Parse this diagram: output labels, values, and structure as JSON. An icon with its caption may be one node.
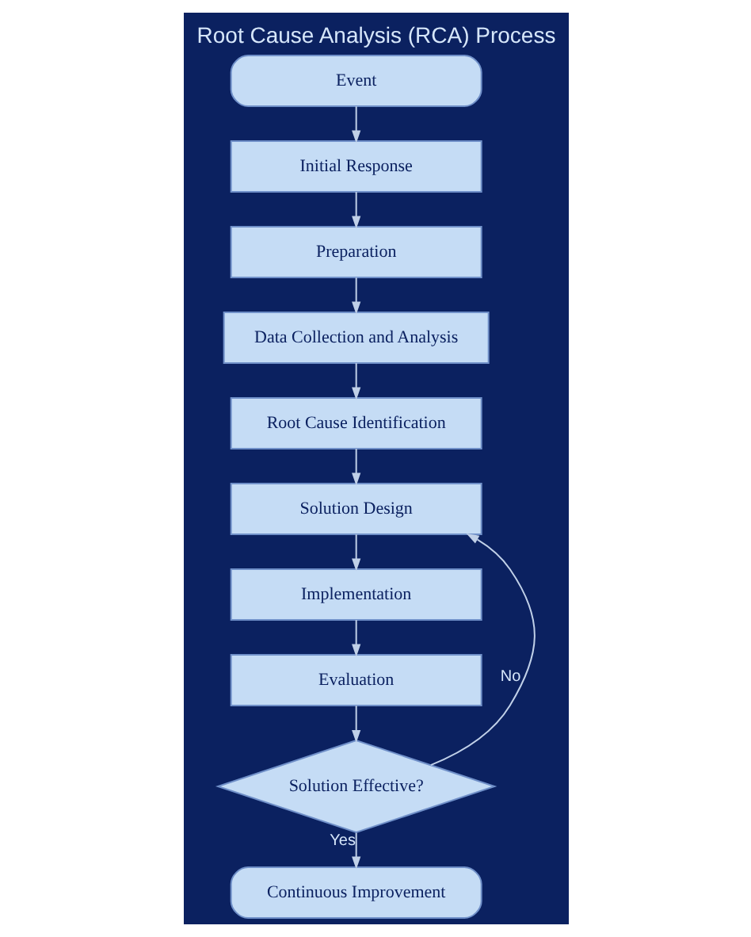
{
  "diagram": {
    "title": "Root Cause Analysis (RCA) Process",
    "nodes": [
      {
        "text": [
          "Event"
        ]
      },
      {
        "text": [
          "Initial Response"
        ]
      },
      {
        "text": [
          "Preparation"
        ]
      },
      {
        "text": [
          "Data Collection and Analysis"
        ]
      },
      {
        "text": [
          "Root Cause Identification"
        ]
      },
      {
        "text": [
          "Solution Design"
        ]
      },
      {
        "text": [
          "Implementation"
        ]
      },
      {
        "text": [
          "Evaluation"
        ]
      },
      {
        "text": [
          "Solution Effective?"
        ]
      },
      {
        "text": [
          "Continuous Improvement"
        ]
      }
    ],
    "edges": [
      {
        "from": 0,
        "to": 1,
        "arrow": "to"
      },
      {
        "from": 1,
        "to": 2,
        "arrow": "to"
      },
      {
        "from": 2,
        "to": 3,
        "arrow": "to"
      },
      {
        "from": 3,
        "to": 4,
        "arrow": "to"
      },
      {
        "from": 4,
        "to": 5,
        "arrow": "to"
      },
      {
        "from": 5,
        "to": 6,
        "arrow": "to"
      },
      {
        "from": 6,
        "to": 7,
        "arrow": "to"
      },
      {
        "from": 7,
        "to": 8,
        "arrow": "to"
      },
      {
        "from": 8,
        "to": 9,
        "arrow": "to",
        "label": "Yes"
      },
      {
        "from": 8,
        "to": 5,
        "arrow": "to",
        "label": "No"
      }
    ]
  }
}
